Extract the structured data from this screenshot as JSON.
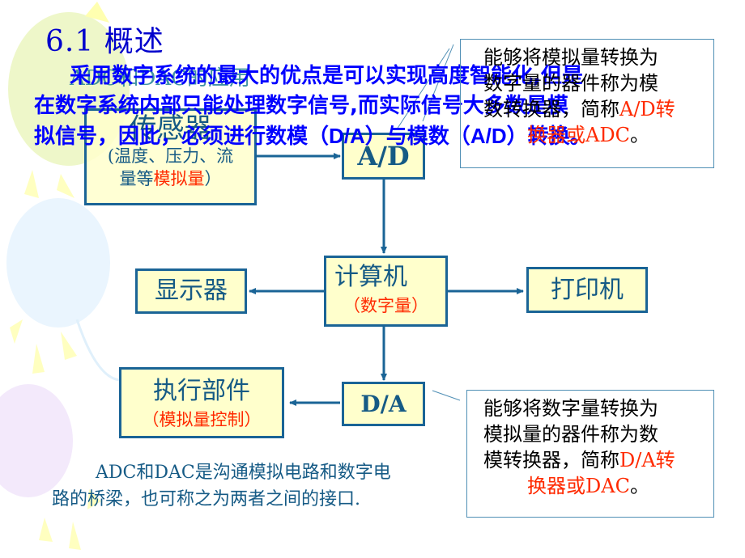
{
  "slide": {
    "title": "6.1  概述",
    "ghost_heading": "ADC和DAC的应用",
    "paragraph": {
      "line1": "采用数字系统的最大的优点是可以实现高度智能化,但是",
      "line2": "在数字系统内部只能处理数字信号,而实际信号大多数是模",
      "line3_a": "拟信号，因此，必须进行数模（",
      "line3_da": "D/A",
      "line3_b": "）与模数（",
      "line3_ad": "A/D",
      "line3_c": "）转换。"
    },
    "blocks": {
      "sensor": {
        "title": "传感器",
        "sub_a": "(温度、压力、流",
        "sub_b": "量等",
        "sub_red": "模拟量",
        "sub_c": "）"
      },
      "ad": {
        "label": "A/D"
      },
      "computer": {
        "title": "计算机",
        "sub": "（数字量）"
      },
      "display": {
        "label": "显示器"
      },
      "printer": {
        "label": "打印机"
      },
      "da": {
        "label": "D/A"
      },
      "actuator": {
        "title": "执行部件",
        "sub": "（模拟量控制）"
      }
    },
    "notes": {
      "adc": {
        "line1": "能够将模拟量转换为",
        "line2": "数字量的器件称为模",
        "line3_a": "数转换器，简称",
        "line3_red": "A/D转",
        "line4_red": "换器或ADC",
        "line4_end": "。"
      },
      "dac": {
        "line1": "能够将数字量转换为",
        "line2": "模拟量的器件称为数",
        "line3_a": "模转换器，简称",
        "line3_red": "D/A转",
        "line4_red": "换器或DAC",
        "line4_end": "。"
      }
    },
    "bottom_text": {
      "line1": "ADC和DAC是沟通模拟电路和数字电",
      "line2": "路的桥梁，也可称之为两者之间的接口."
    },
    "colors": {
      "accent": "#1a6496",
      "title_blue": "#0000cc",
      "para_blue": "#0000ff",
      "highlight_red": "#ff2a00",
      "box_fill": "#ffffcc"
    }
  }
}
